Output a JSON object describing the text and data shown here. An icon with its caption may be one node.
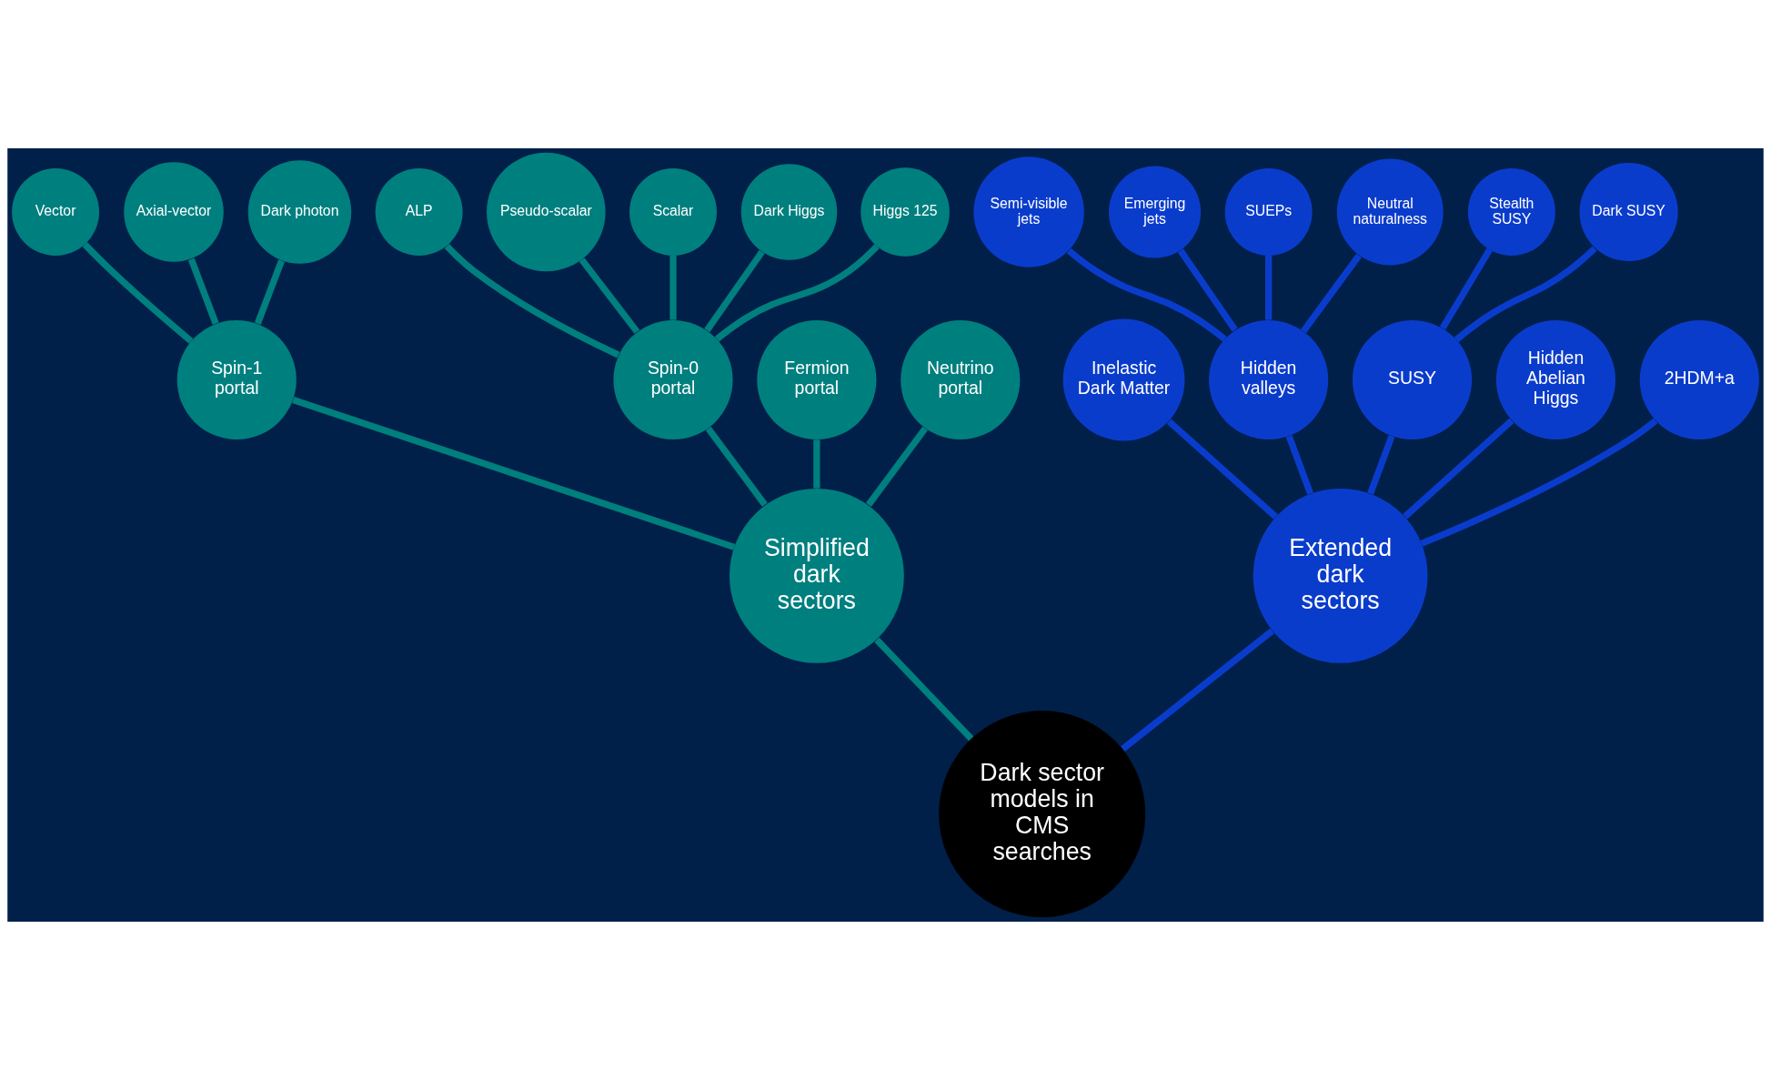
{
  "diagram": {
    "nodes": [
      {
        "text": [
          "Dark sector models in CMS searches"
        ]
      },
      {
        "text": [
          "Simplified dark sectors"
        ]
      },
      {
        "text": [
          "Spin-1 portal"
        ]
      },
      {
        "text": [
          "Vector"
        ]
      },
      {
        "text": [
          "Axial-vector"
        ]
      },
      {
        "text": [
          "Dark photon"
        ]
      },
      {
        "text": [
          "Spin-0 portal"
        ]
      },
      {
        "text": [
          "ALP"
        ]
      },
      {
        "text": [
          "Pseudo-scalar"
        ]
      },
      {
        "text": [
          "Scalar"
        ]
      },
      {
        "text": [
          "Dark Higgs"
        ]
      },
      {
        "text": [
          "Higgs 125"
        ]
      },
      {
        "text": [
          "Fermion portal"
        ]
      },
      {
        "text": [
          "Neutrino portal"
        ]
      },
      {
        "text": [
          "Extended dark sectors"
        ]
      },
      {
        "text": [
          "Inelastic Dark Matter"
        ]
      },
      {
        "text": [
          "Hidden valleys"
        ]
      },
      {
        "text": [
          "Semi-visible jets"
        ]
      },
      {
        "text": [
          "Emerging jets"
        ]
      },
      {
        "text": [
          "SUEPs"
        ]
      },
      {
        "text": [
          "Neutral naturalness"
        ]
      },
      {
        "text": [
          "SUSY"
        ]
      },
      {
        "text": [
          "Stealth SUSY"
        ]
      },
      {
        "text": [
          "Dark SUSY"
        ]
      },
      {
        "text": [
          "Hidden Abelian Higgs"
        ]
      },
      {
        "text": [
          "2HDM+a"
        ]
      }
    ],
    "edges": [
      {
        "from": 0,
        "to": 1,
        "arrow": "none"
      },
      {
        "from": 1,
        "to": 13,
        "arrow": "none"
      },
      {
        "from": 1,
        "to": 2,
        "arrow": "none"
      },
      {
        "from": 2,
        "to": 3,
        "arrow": "none"
      },
      {
        "from": 2,
        "to": 4,
        "arrow": "none"
      },
      {
        "from": 2,
        "to": 5,
        "arrow": "none"
      },
      {
        "from": 1,
        "to": 6,
        "arrow": "none"
      },
      {
        "from": 6,
        "to": 7,
        "arrow": "none"
      },
      {
        "from": 6,
        "to": 8,
        "arrow": "none"
      },
      {
        "from": 6,
        "to": 9,
        "arrow": "none"
      },
      {
        "from": 6,
        "to": 10,
        "arrow": "none"
      },
      {
        "from": 6,
        "to": 11,
        "arrow": "none"
      },
      {
        "from": 1,
        "to": 12,
        "arrow": "none"
      },
      {
        "from": 0,
        "to": 14,
        "arrow": "none",
        "color": "#0a3ccc"
      },
      {
        "from": 14,
        "to": 15,
        "arrow": "none",
        "color": "#0a3ccc"
      },
      {
        "from": 14,
        "to": 16,
        "arrow": "none",
        "color": "#0a3ccc"
      },
      {
        "from": 16,
        "to": 17,
        "arrow": "none",
        "color": "#0a3ccc"
      },
      {
        "from": 16,
        "to": 18,
        "arrow": "none",
        "color": "#0a3ccc"
      },
      {
        "from": 16,
        "to": 19,
        "arrow": "none",
        "color": "#0a3ccc"
      },
      {
        "from": 16,
        "to": 20,
        "arrow": "none",
        "color": "#0a3ccc"
      },
      {
        "from": 14,
        "to": 21,
        "arrow": "none",
        "color": "#0a3ccc"
      },
      {
        "from": 21,
        "to": 22,
        "arrow": "none",
        "color": "#0a3ccc"
      },
      {
        "from": 21,
        "to": 23,
        "arrow": "none",
        "color": "#0a3ccc"
      },
      {
        "from": 14,
        "to": 24,
        "arrow": "none",
        "color": "#0a3ccc"
      },
      {
        "from": 14,
        "to": 25,
        "arrow": "none",
        "color": "#0a3ccc"
      }
    ]
  }
}
